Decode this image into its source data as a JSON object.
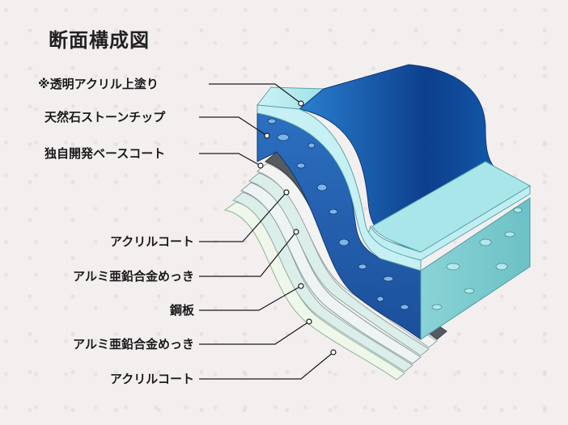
{
  "title": "断面構成図",
  "top_layers": [
    {
      "label": "※透明アクリル上塗り"
    },
    {
      "label": "天然石ストーンチップ"
    },
    {
      "label": "独自開発ベースコート"
    }
  ],
  "bottom_layers": [
    {
      "label": "アクリルコート"
    },
    {
      "label": "アルミ亜鉛合金めっき"
    },
    {
      "label": "鋼板"
    },
    {
      "label": "アルミ亜鉛合金めっき"
    },
    {
      "label": "アクリルコート"
    }
  ],
  "colors": {
    "clear_coat": "#a8e6ea",
    "stone_chip": "#1f5fb0",
    "base_coat": "#555a60",
    "acrylic": "#f2f2f2",
    "alloy": "#d7ecea",
    "steel": "#e8f0f2",
    "leader_line": "#1a1a1a"
  }
}
